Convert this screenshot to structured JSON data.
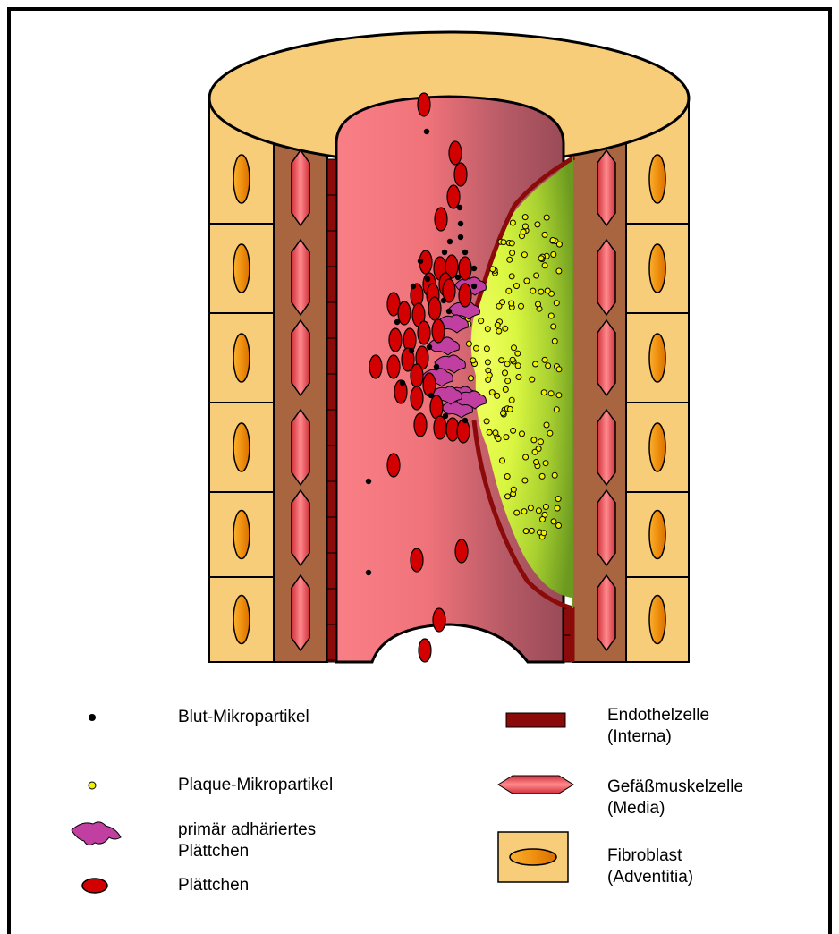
{
  "legend": {
    "blood_microparticle": "Blut-Mikropartikel",
    "plaque_microparticle": "Plaque-Mikropartikel",
    "primary_platelet": "primär adhäriertes\nPlättchen",
    "platelet": "Plättchen",
    "endothelial_cell": "Endothelzelle\n(Interna)",
    "smooth_muscle_cell": "Gefäßmuskelzelle\n(Media)",
    "fibroblast": "Fibroblast\n(Adventitia)"
  },
  "colors": {
    "adventitia": "#f7cd7a",
    "adventitia_nucleus": "#f09010",
    "media": "#a9653f",
    "muscle_cell": "#e0404a",
    "endothelium": "#8b0a0a",
    "lumen_light": "#f97f86",
    "lumen_dark": "#a24e5a",
    "plaque_light": "#e9ff40",
    "plaque_dark": "#6c9a20",
    "platelet": "#d20000",
    "primary_platelet": "#c03fa0",
    "blood_microparticle": "#000000",
    "plaque_microparticle": "#f0f000"
  },
  "icons": [
    "black-dot-icon",
    "yellow-dot-icon",
    "magenta-blob-icon",
    "red-oval-icon",
    "endothelial-bar-icon",
    "muscle-cell-icon",
    "fibroblast-icon"
  ]
}
